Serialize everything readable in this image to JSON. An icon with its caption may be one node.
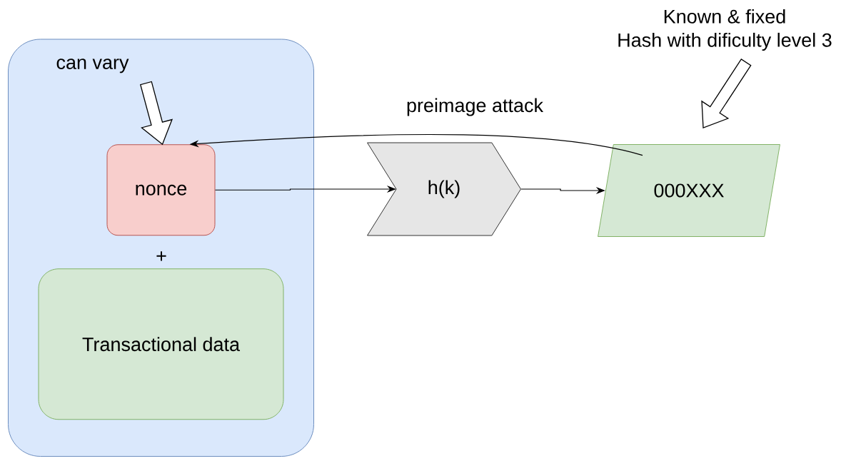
{
  "diagram": {
    "nodes": [
      {
        "text": [],
        "shape": "box"
      },
      {
        "text": [
          "can vary"
        ],
        "in": 0
      },
      {
        "text": [
          "nonce"
        ],
        "in": 0
      },
      {
        "text": [
          "Transactional data"
        ],
        "in": 0
      },
      {
        "text": [
          "h(k)"
        ]
      },
      {
        "text": [
          "Known & fixed",
          "Hash with dificulty level 3"
        ]
      },
      {
        "text": [
          "000XXX"
        ]
      }
    ],
    "edges": [
      {
        "from": 1,
        "to": 2,
        "arrow": "to",
        "style": "thick"
      },
      {
        "from": 2,
        "to": 4,
        "arrow": "to"
      },
      {
        "from": 4,
        "to": 6,
        "arrow": "to"
      },
      {
        "from": 6,
        "to": 2,
        "arrow": "to",
        "label": "preimage attack"
      },
      {
        "from": 5,
        "to": 6,
        "arrow": "to",
        "style": "thick"
      }
    ],
    "labels": [
      "+"
    ]
  }
}
